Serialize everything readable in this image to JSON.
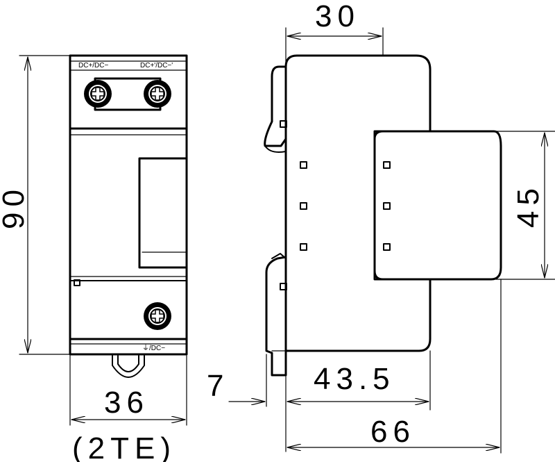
{
  "front_view": {
    "terminal_label_left": "DC+/DC−",
    "terminal_label_right": "DC+'/DC−'",
    "terminal_label_bottom": "⏚/DC−"
  },
  "dimensions": {
    "height": "90",
    "width": "36",
    "width_units": "(2TE)",
    "depth_top": "30",
    "cover_height": "45",
    "rail_offset": "7",
    "rail_to_cover": "43.5",
    "total_depth": "66"
  }
}
